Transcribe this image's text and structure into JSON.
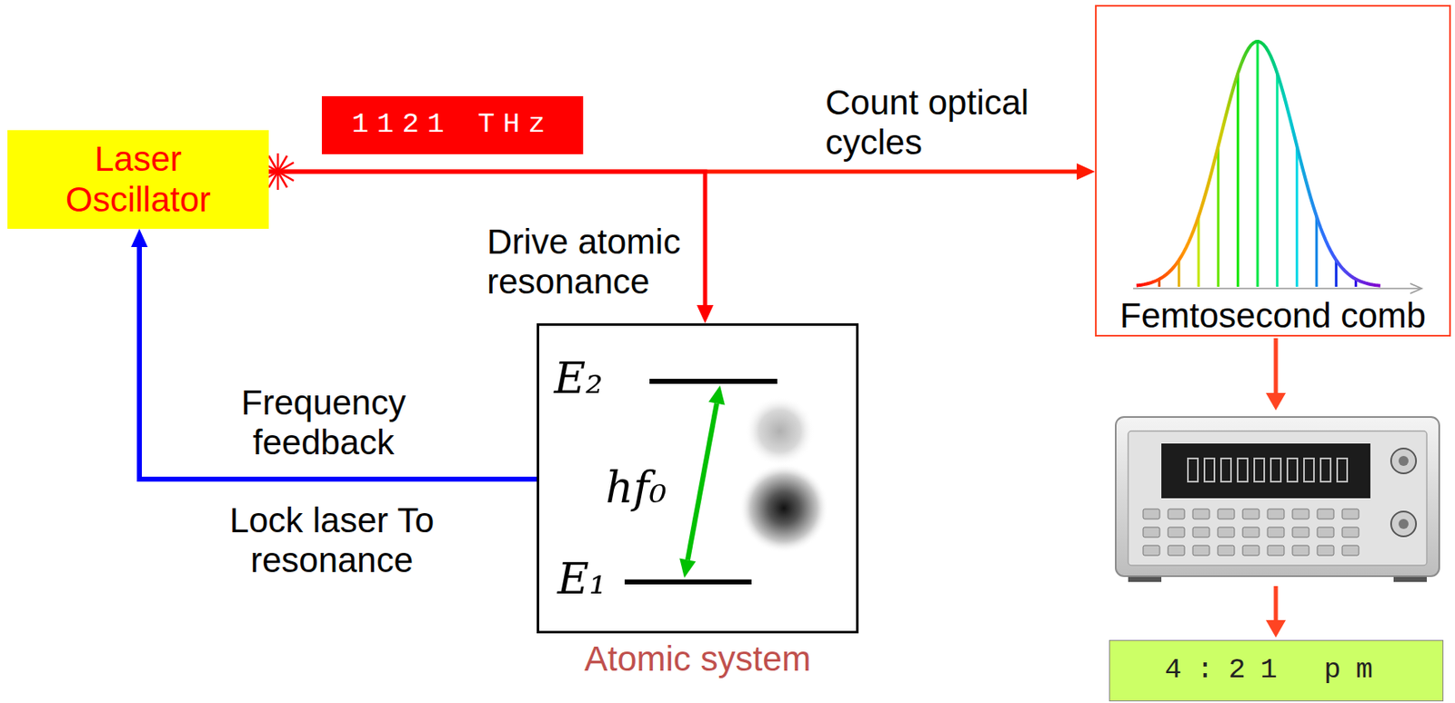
{
  "diagram": {
    "nodes": [
      {
        "text": [
          "Laser Oscillator"
        ]
      },
      {
        "text": [
          "1121 THz"
        ]
      },
      {
        "text": [
          "Atomic system"
        ]
      },
      {
        "text": [
          "Femtosecond comb"
        ]
      },
      {
        "text": [
          "4:21 pm"
        ]
      }
    ],
    "edges": [
      {
        "from": 0,
        "to": 3,
        "arrow": "to",
        "label": "Count optical cycles"
      },
      {
        "from": 0,
        "to": 2,
        "arrow": "to",
        "label": "Drive atomic resonance"
      },
      {
        "from": 2,
        "to": 0,
        "arrow": "to",
        "label": "Frequency feedback"
      }
    ],
    "labels": [
      "E₂",
      "hf₀",
      "E₁",
      "Lock laser To resonance"
    ]
  }
}
